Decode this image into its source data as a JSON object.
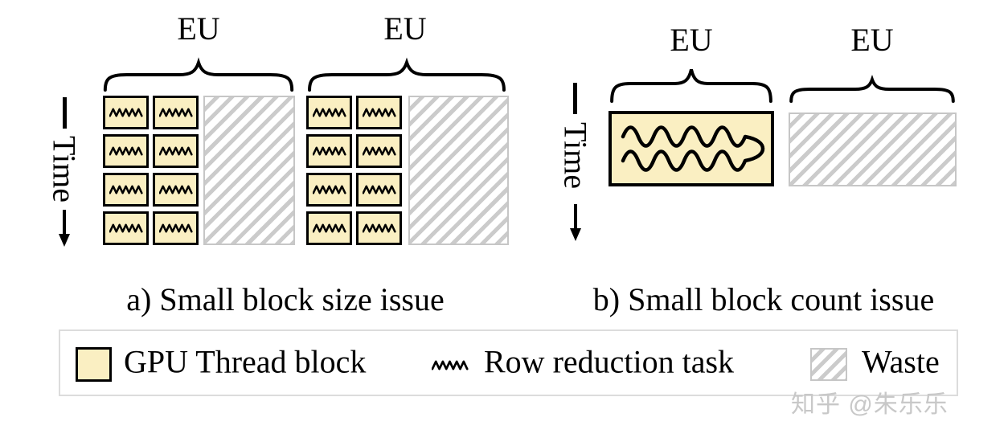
{
  "colors": {
    "background": "#FFFFFF",
    "text": "#000000",
    "block_fill": "#FAEFC2",
    "block_border": "#000000",
    "waste_stripe": "#CBCBCB",
    "waste_border": "#C6C6C6",
    "legend_border": "#DCDCDC",
    "watermark": "#C8C8C8"
  },
  "panel_a": {
    "caption": "a) Small block size issue",
    "time_axis_label": "Time",
    "eus": [
      {
        "label": "EU",
        "thread_blocks": 8,
        "block_rows": 4,
        "block_cols": 2,
        "has_waste": true
      },
      {
        "label": "EU",
        "thread_blocks": 8,
        "block_rows": 4,
        "block_cols": 2,
        "has_waste": true
      }
    ]
  },
  "panel_b": {
    "caption": "b) Small block count issue",
    "time_axis_label": "Time",
    "eus": [
      {
        "label": "EU",
        "thread_blocks": 1,
        "has_waste": false
      },
      {
        "label": "EU",
        "thread_blocks": 0,
        "has_waste": true
      }
    ]
  },
  "legend": {
    "items": [
      {
        "label": "GPU Thread block",
        "swatch": "yellow-block"
      },
      {
        "label": "Row reduction task",
        "swatch": "wave-icon"
      },
      {
        "label": "Waste",
        "swatch": "hatched-block"
      }
    ]
  },
  "watermark": "知乎 @朱乐乐"
}
